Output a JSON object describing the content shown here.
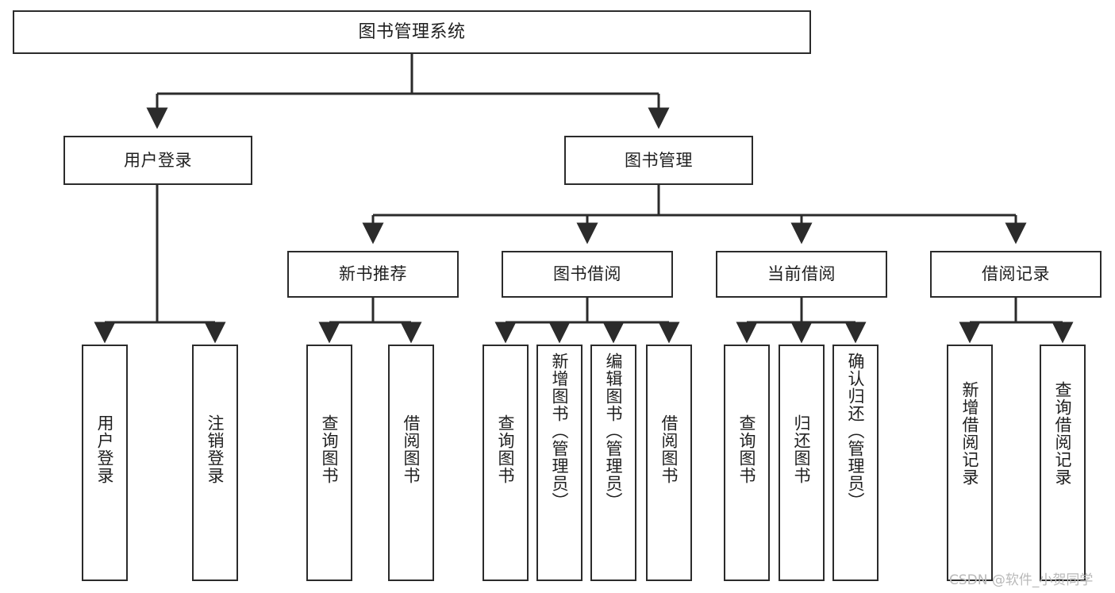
{
  "diagram": {
    "title": "图书管理系统",
    "type": "tree-hierarchy-diagram",
    "watermark": "CSDN @软件_小贺同学",
    "colors": {
      "box_border": "#2b2b2b",
      "box_fill": "#ffffff",
      "connector": "#2b2b2b",
      "text": "#1f1f1f",
      "watermark": "#b9b9b9",
      "background": "#ffffff"
    },
    "root": {
      "id": "root",
      "label": "图书管理系统"
    },
    "level1": [
      {
        "id": "user-login",
        "label": "用户登录"
      },
      {
        "id": "book-manage",
        "label": "图书管理"
      }
    ],
    "level2": [
      {
        "id": "new-book-recommend",
        "label": "新书推荐",
        "parent": "book-manage"
      },
      {
        "id": "book-borrow",
        "label": "图书借阅",
        "parent": "book-manage"
      },
      {
        "id": "current-borrow",
        "label": "当前借阅",
        "parent": "book-manage"
      },
      {
        "id": "borrow-record",
        "label": "借阅记录",
        "parent": "book-manage"
      }
    ],
    "leaves": [
      {
        "id": "leaf-user-login",
        "label": "用户登录",
        "parent": "user-login"
      },
      {
        "id": "leaf-logout",
        "label": "注销登录",
        "parent": "user-login"
      },
      {
        "id": "leaf-query-book-1",
        "label": "查询图书",
        "parent": "new-book-recommend"
      },
      {
        "id": "leaf-borrow-book-1",
        "label": "借阅图书",
        "parent": "new-book-recommend"
      },
      {
        "id": "leaf-query-book-2",
        "label": "查询图书",
        "parent": "book-borrow"
      },
      {
        "id": "leaf-add-book",
        "label": "新增图书（管理员）",
        "parent": "book-borrow"
      },
      {
        "id": "leaf-edit-book",
        "label": "编辑图书（管理员）",
        "parent": "book-borrow"
      },
      {
        "id": "leaf-borrow-book-2",
        "label": "借阅图书",
        "parent": "book-borrow"
      },
      {
        "id": "leaf-query-book-3",
        "label": "查询图书",
        "parent": "current-borrow"
      },
      {
        "id": "leaf-return-book",
        "label": "归还图书",
        "parent": "current-borrow"
      },
      {
        "id": "leaf-confirm-return",
        "label": "确认归还（管理员）",
        "parent": "current-borrow"
      },
      {
        "id": "leaf-add-record",
        "label": "新增借阅记录",
        "parent": "borrow-record"
      },
      {
        "id": "leaf-query-record",
        "label": "查询借阅记录",
        "parent": "borrow-record"
      }
    ]
  }
}
